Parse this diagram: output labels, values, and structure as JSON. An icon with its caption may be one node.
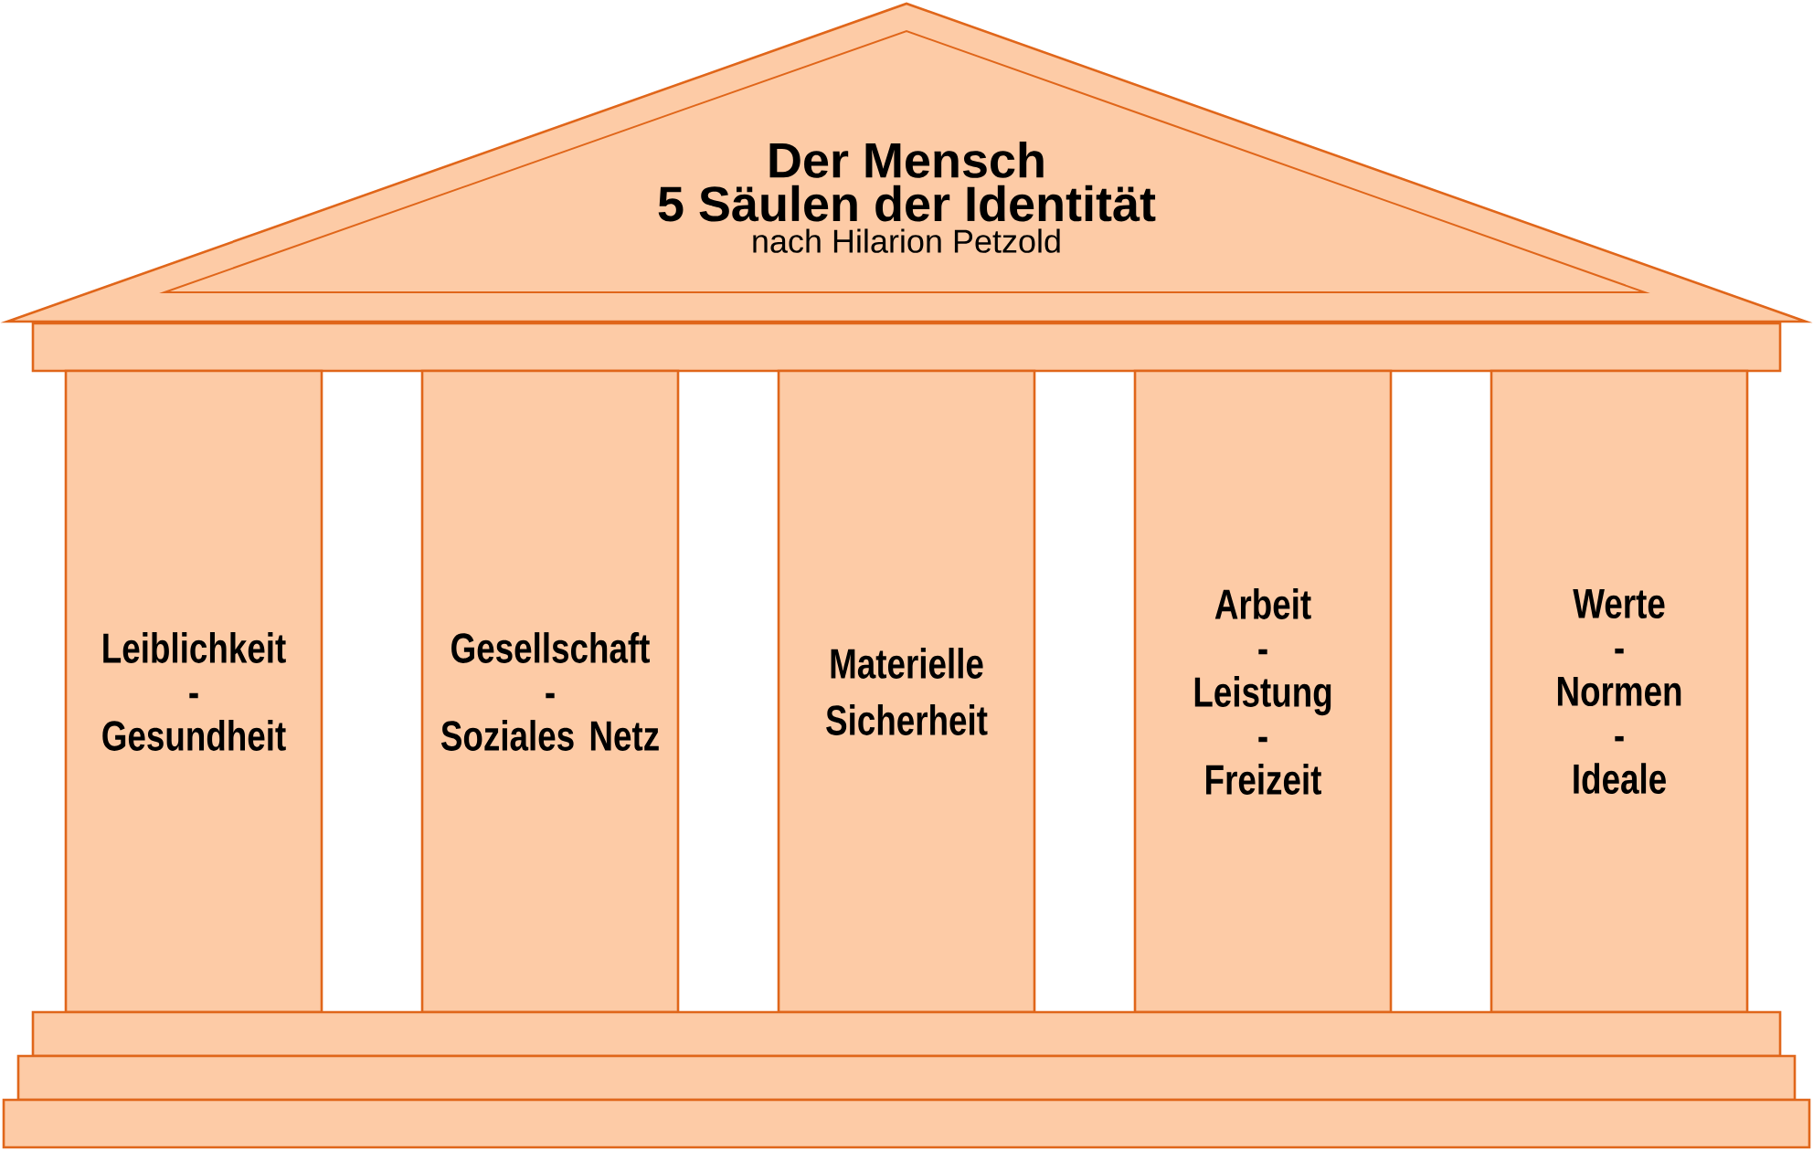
{
  "diagram": {
    "nodes": [
      {
        "text": [
          "Der Mensch",
          "5 Säulen der Identität",
          "nach Hilarion Petzold"
        ]
      },
      {
        "text": [],
        "shape": "bar"
      },
      {
        "text": [
          "Leiblichkeit",
          "-",
          "Gesundheit"
        ]
      },
      {
        "text": [
          "Gesellschaft",
          "-",
          "Soziales Netz"
        ]
      },
      {
        "text": [
          "Materielle Sicherheit"
        ]
      },
      {
        "text": [
          "Arbeit",
          "-",
          "Leistung",
          "-",
          "Freizeit"
        ]
      },
      {
        "text": [
          "Werte",
          "-",
          "Normen",
          "-",
          "Ideale"
        ]
      },
      {
        "text": [],
        "shape": "bar"
      },
      {
        "text": [],
        "shape": "bar"
      },
      {
        "text": [],
        "shape": "bar"
      }
    ]
  }
}
